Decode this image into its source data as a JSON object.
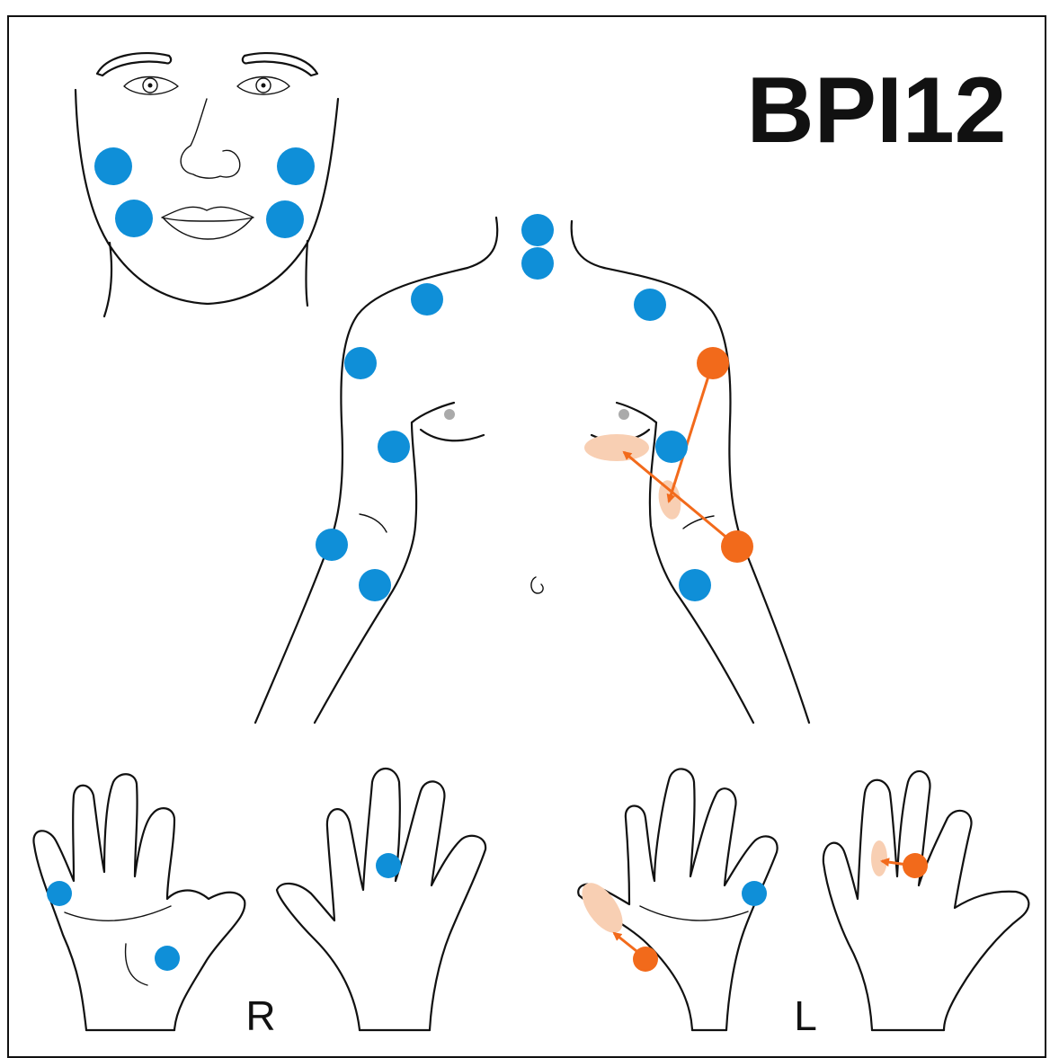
{
  "figure": {
    "title": "BPI12",
    "side_labels": {
      "right": "R",
      "left": "L"
    }
  },
  "colors": {
    "unaffected": "#0f8fd8",
    "affected": "#f26a1b",
    "referral_area": "#f8cfb3",
    "nipple": "#aaaaaa",
    "outline": "#111111"
  }
}
